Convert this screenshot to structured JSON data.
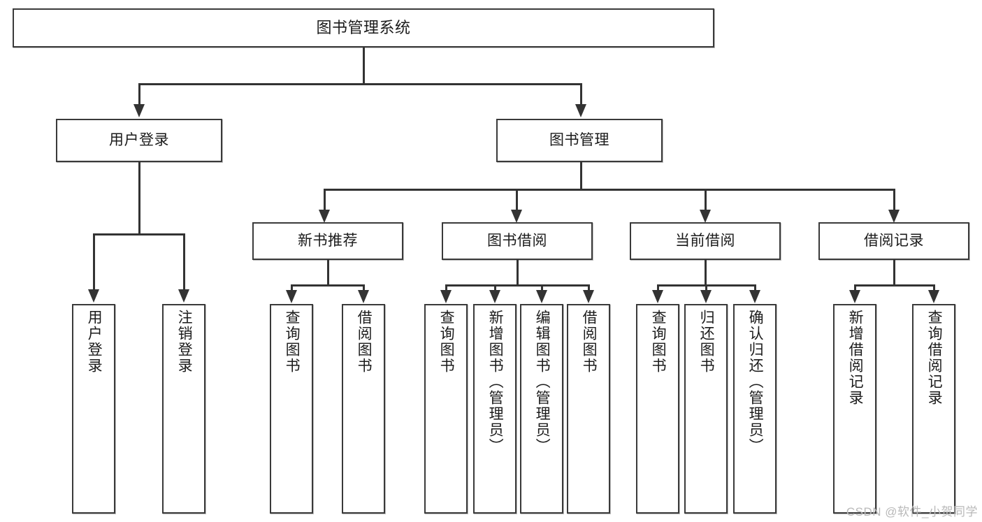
{
  "diagram": {
    "type": "tree-hierarchy",
    "title": "图书管理系统",
    "root": {
      "label": "图书管理系统"
    },
    "level2": [
      {
        "label": "用户登录"
      },
      {
        "label": "图书管理"
      }
    ],
    "level3": [
      {
        "label": "新书推荐"
      },
      {
        "label": "图书借阅"
      },
      {
        "label": "当前借阅"
      },
      {
        "label": "借阅记录"
      }
    ],
    "leaves": {
      "user_login": [
        {
          "label": "用户登录"
        },
        {
          "label": "注销登录"
        }
      ],
      "new_book_recommend": [
        {
          "label": "查询图书"
        },
        {
          "label": "借阅图书"
        }
      ],
      "book_borrow": [
        {
          "label": "查询图书"
        },
        {
          "label": "新增图书（管理员）"
        },
        {
          "label": "编辑图书（管理员）"
        },
        {
          "label": "借阅图书"
        }
      ],
      "current_borrow": [
        {
          "label": "查询图书"
        },
        {
          "label": "归还图书"
        },
        {
          "label": "确认归还（管理员）"
        }
      ],
      "borrow_record": [
        {
          "label": "新增借阅记录"
        },
        {
          "label": "查询借阅记录"
        }
      ]
    },
    "watermark": "CSDN @软件_小贺同学",
    "colors": {
      "box_border": "#3a3a3a",
      "box_fill": "#ffffff",
      "connector": "#333333",
      "text": "#1b1b1b",
      "watermark": "#b9b9b9",
      "background": "#ffffff"
    }
  }
}
